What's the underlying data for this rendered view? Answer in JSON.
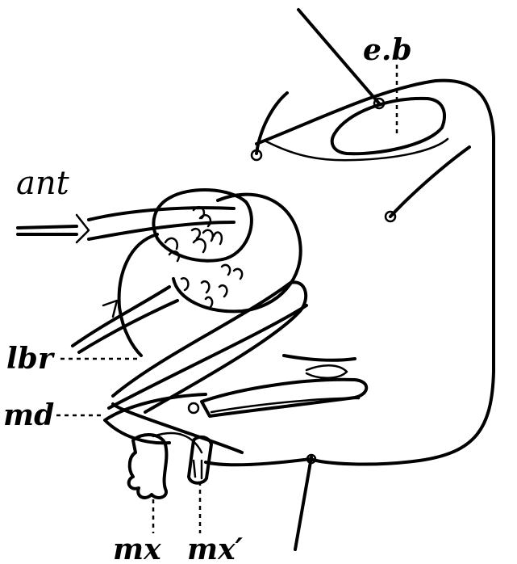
{
  "labels": {
    "eb": "e.b",
    "ant": "ant",
    "lbr": "lbr",
    "md": "md",
    "mx": "mx",
    "mx_prime": "mx′"
  }
}
